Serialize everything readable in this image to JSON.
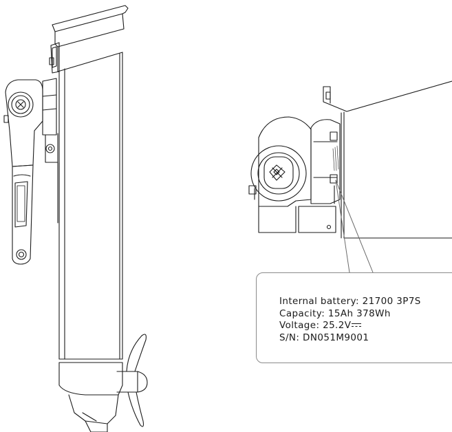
{
  "spec_label": {
    "lines": [
      "Internal battery: 21700 3P7S",
      "Capacity: 15Ah 378Wh",
      "Voltage: 25.2V",
      "S/N: DN051M9001"
    ],
    "voltage_symbol": "dc-symbol"
  }
}
